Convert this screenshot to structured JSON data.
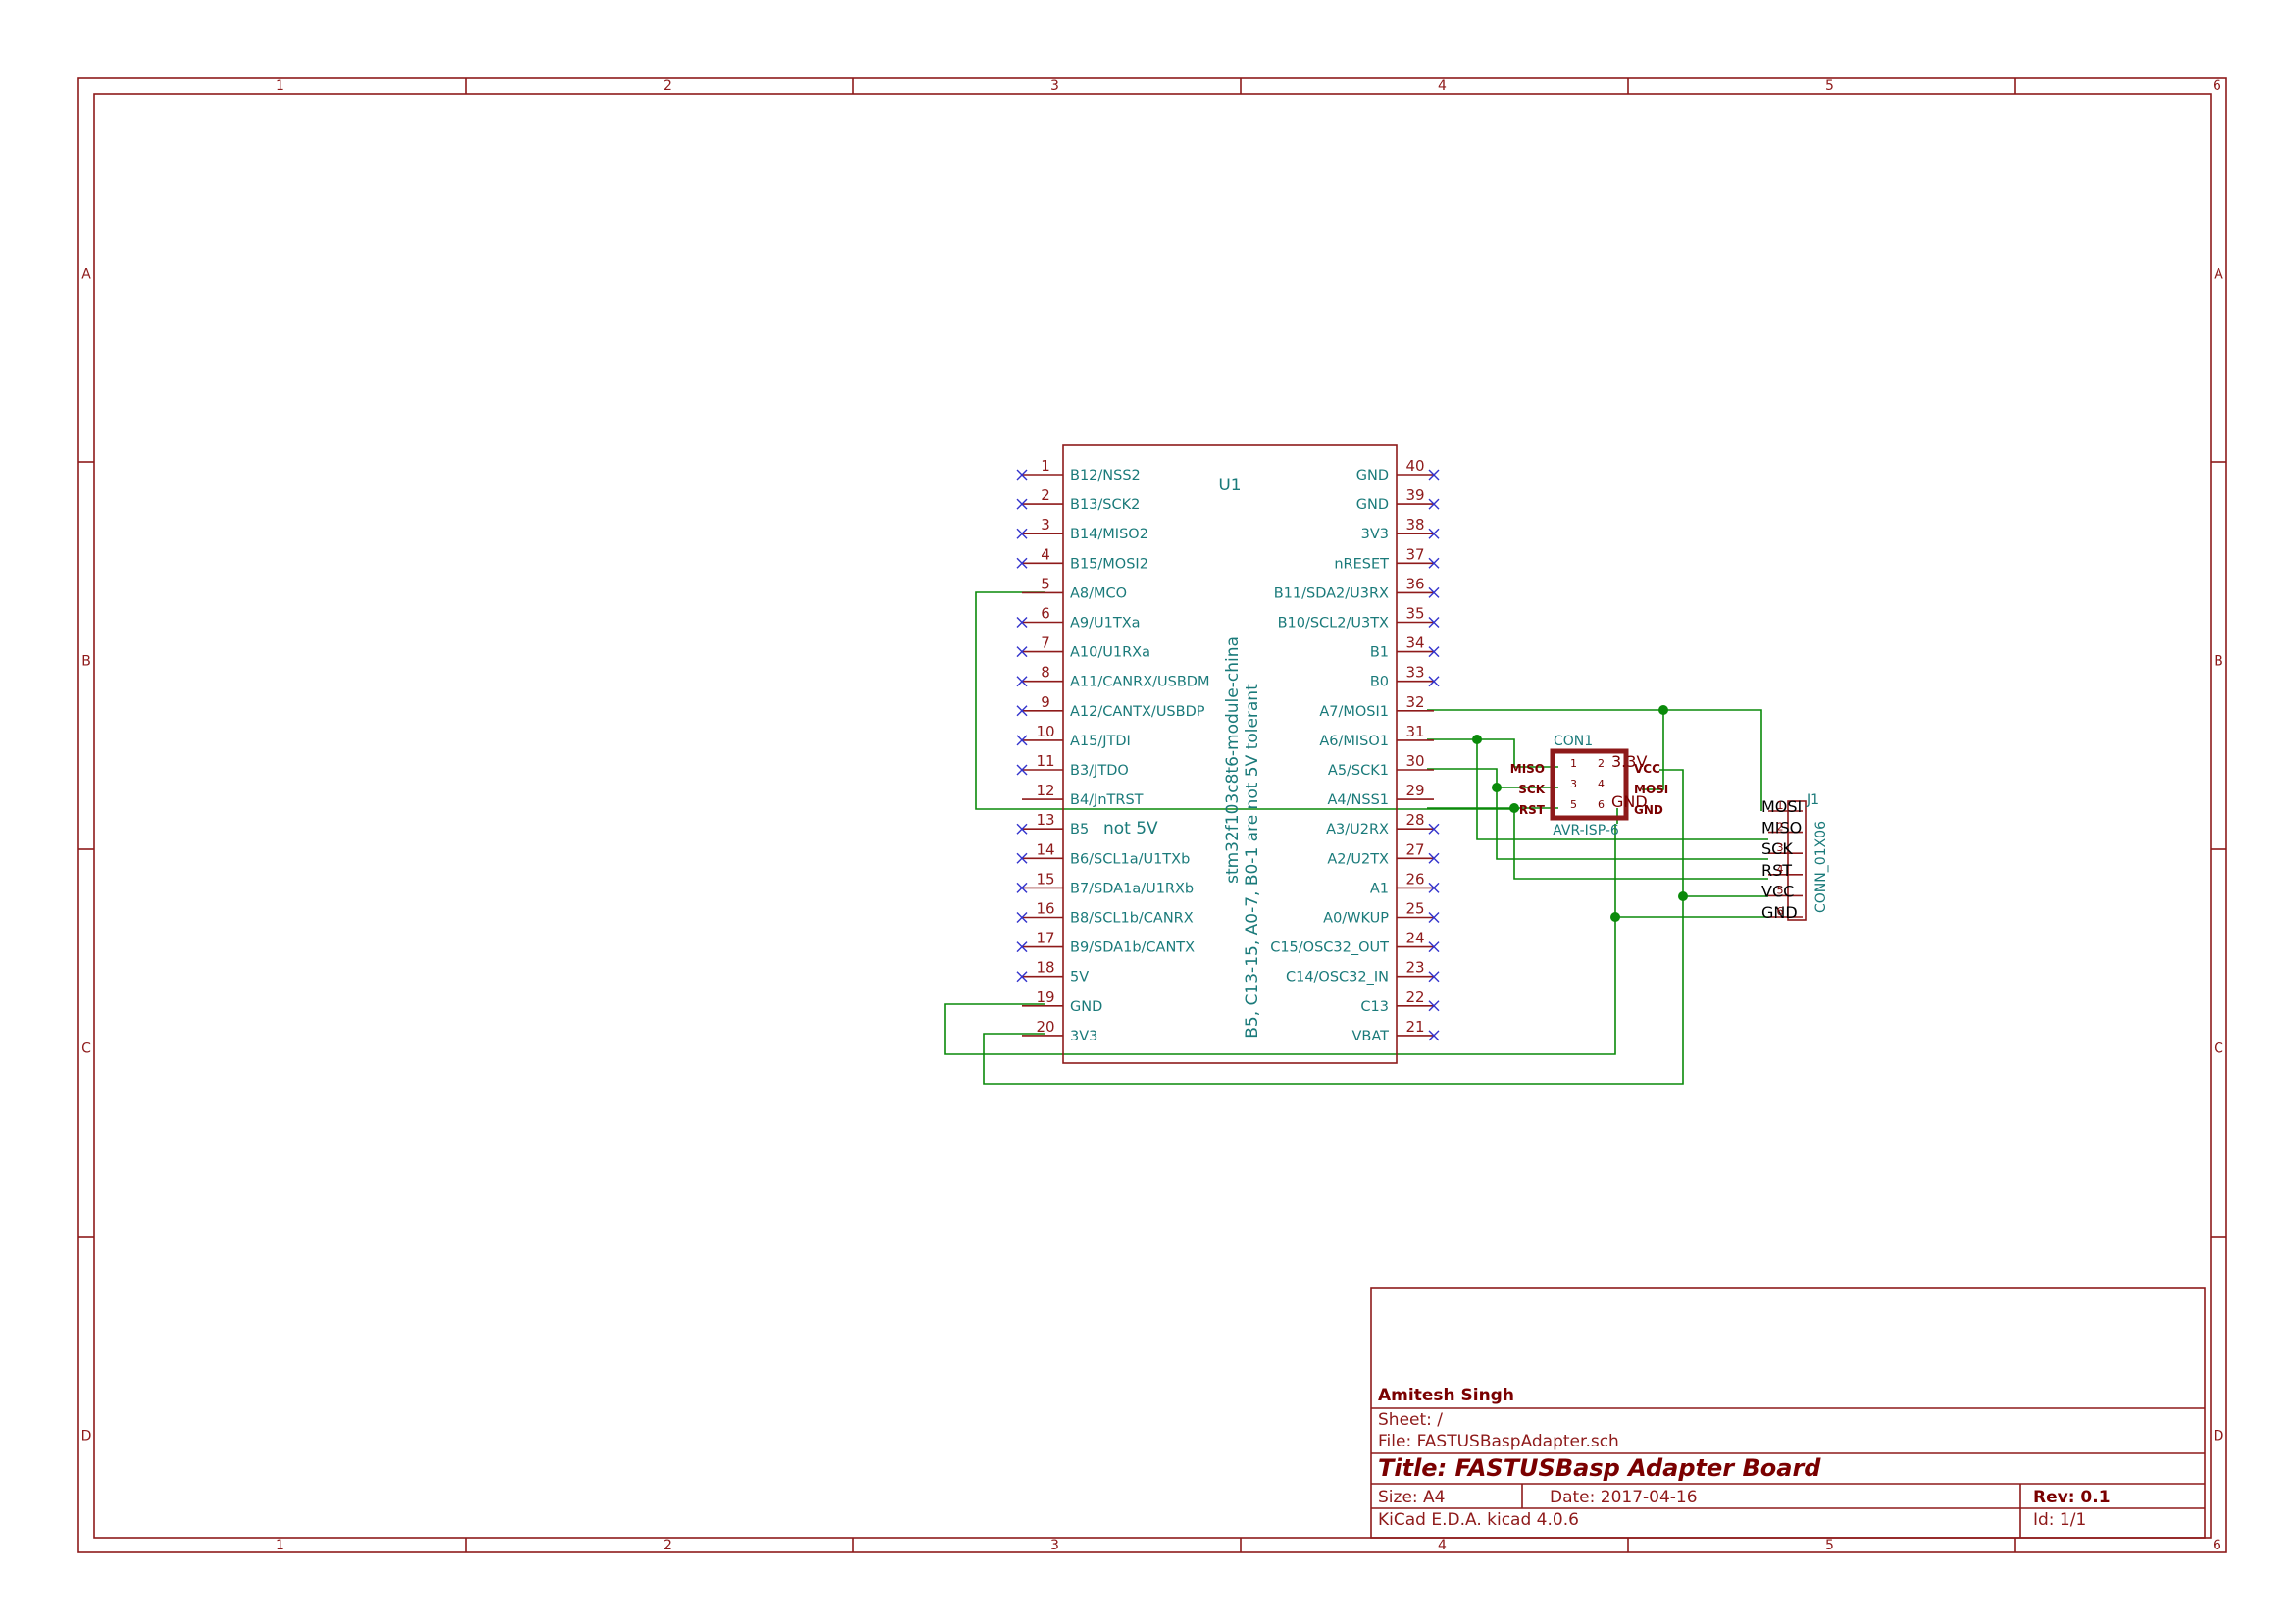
{
  "sheet": {
    "columns": [
      "1",
      "2",
      "3",
      "4",
      "5",
      "6"
    ],
    "rows": [
      "A",
      "B",
      "C",
      "D"
    ]
  },
  "u1": {
    "ref": "U1",
    "value": "stm32f103c8t6-module-china",
    "note_side": "B5, C13-15, A0-7, B0-1 are not 5V tolerant",
    "note_b5": "not 5V",
    "left_pins": [
      {
        "num": "1",
        "name": "B12/NSS2",
        "nc": true
      },
      {
        "num": "2",
        "name": "B13/SCK2",
        "nc": true
      },
      {
        "num": "3",
        "name": "B14/MISO2",
        "nc": true
      },
      {
        "num": "4",
        "name": "B15/MOSI2",
        "nc": true
      },
      {
        "num": "5",
        "name": "A8/MCO",
        "nc": false
      },
      {
        "num": "6",
        "name": "A9/U1TXa",
        "nc": true
      },
      {
        "num": "7",
        "name": "A10/U1RXa",
        "nc": true
      },
      {
        "num": "8",
        "name": "A11/CANRX/USBDM",
        "nc": true
      },
      {
        "num": "9",
        "name": "A12/CANTX/USBDP",
        "nc": true
      },
      {
        "num": "10",
        "name": "A15/JTDI",
        "nc": true
      },
      {
        "num": "11",
        "name": "B3/JTDO",
        "nc": true
      },
      {
        "num": "12",
        "name": "B4/JnTRST",
        "nc": false
      },
      {
        "num": "13",
        "name": "B5",
        "nc": true
      },
      {
        "num": "14",
        "name": "B6/SCL1a/U1TXb",
        "nc": true
      },
      {
        "num": "15",
        "name": "B7/SDA1a/U1RXb",
        "nc": true
      },
      {
        "num": "16",
        "name": "B8/SCL1b/CANRX",
        "nc": true
      },
      {
        "num": "17",
        "name": "B9/SDA1b/CANTX",
        "nc": true
      },
      {
        "num": "18",
        "name": "5V",
        "nc": true
      },
      {
        "num": "19",
        "name": "GND",
        "nc": false
      },
      {
        "num": "20",
        "name": "3V3",
        "nc": false
      }
    ],
    "right_pins": [
      {
        "num": "40",
        "name": "GND",
        "nc": true
      },
      {
        "num": "39",
        "name": "GND",
        "nc": true
      },
      {
        "num": "38",
        "name": "3V3",
        "nc": true
      },
      {
        "num": "37",
        "name": "nRESET",
        "nc": true
      },
      {
        "num": "36",
        "name": "B11/SDA2/U3RX",
        "nc": true
      },
      {
        "num": "35",
        "name": "B10/SCL2/U3TX",
        "nc": true
      },
      {
        "num": "34",
        "name": "B1",
        "nc": true
      },
      {
        "num": "33",
        "name": "B0",
        "nc": true
      },
      {
        "num": "32",
        "name": "A7/MOSI1",
        "nc": false
      },
      {
        "num": "31",
        "name": "A6/MISO1",
        "nc": false
      },
      {
        "num": "30",
        "name": "A5/SCK1",
        "nc": false
      },
      {
        "num": "29",
        "name": "A4/NSS1",
        "nc": false
      },
      {
        "num": "28",
        "name": "A3/U2RX",
        "nc": true
      },
      {
        "num": "27",
        "name": "A2/U2TX",
        "nc": true
      },
      {
        "num": "26",
        "name": "A1",
        "nc": true
      },
      {
        "num": "25",
        "name": "A0/WKUP",
        "nc": true
      },
      {
        "num": "24",
        "name": "C15/OSC32_OUT",
        "nc": true
      },
      {
        "num": "23",
        "name": "C14/OSC32_IN",
        "nc": true
      },
      {
        "num": "22",
        "name": "C13",
        "nc": true
      },
      {
        "num": "21",
        "name": "VBAT",
        "nc": true
      }
    ]
  },
  "con1": {
    "ref": "CON1",
    "value": "AVR-ISP-6",
    "left_labels": [
      "MISO",
      "SCK",
      "RST"
    ],
    "right_labels": [
      "VCC",
      "MOSI",
      "GND"
    ],
    "pin_numbers": [
      "1",
      "2",
      "3",
      "4",
      "5",
      "6"
    ],
    "label_3v3": "3.3V",
    "label_gnd": "GND"
  },
  "j1": {
    "ref": "J1",
    "value": "CONN_01X06",
    "labels": [
      "MOSI",
      "MISO",
      "SCK",
      "RST",
      "VCC",
      "GND"
    ],
    "pin_numbers": [
      "1",
      "2",
      "3",
      "4",
      "5",
      "6"
    ]
  },
  "title_block": {
    "author": "Amitesh Singh",
    "sheet": "Sheet: /",
    "file": "File: FASTUSBaspAdapter.sch",
    "title": "Title: FASTUSBasp Adapter Board",
    "size": "Size: A4",
    "date": "Date: 2017-04-16",
    "rev": "Rev: 0.1",
    "tool": "KiCad E.D.A.  kicad 4.0.6",
    "id": "Id: 1/1"
  },
  "colors": {
    "frame": "#8e1a1a",
    "wire": "#0a8a0a",
    "pin_name": "#1a7a7a",
    "no_connect": "#3333cc"
  }
}
